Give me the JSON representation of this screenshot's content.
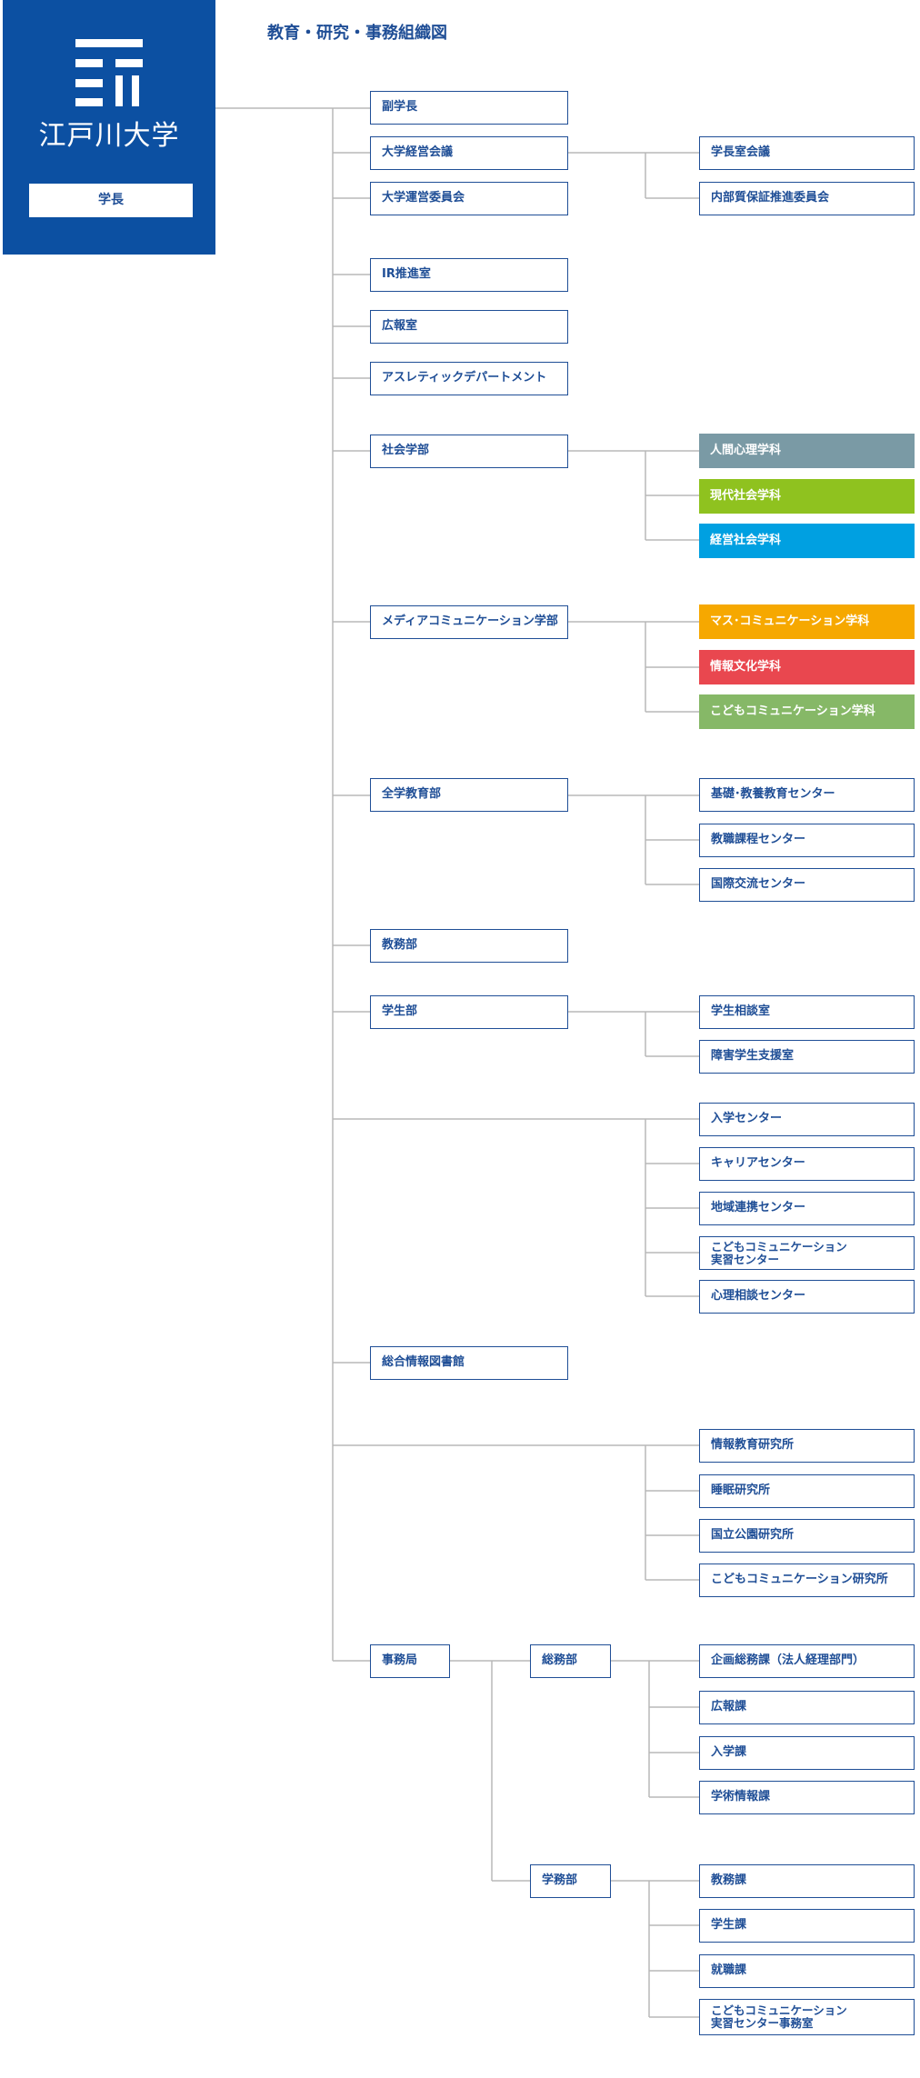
{
  "header": {
    "title": "教育・研究・事務組織図",
    "logo_text": "江戸川大学",
    "president_label": "学長"
  },
  "colors": {
    "brand_blue": "#0c50a2",
    "box_border": "#1f4e96",
    "connector": "#b8b8b8",
    "ningen_shinri": "#7a9aa5",
    "gendai_shakai": "#8fc21f",
    "keiei_shakai": "#00a0e1",
    "mass_comm": "#f6a800",
    "joho_bunka": "#e9474f",
    "kodomo_comm": "#86b867"
  },
  "nodes": {
    "fukugakucho": "副学長",
    "daigaku_keiei_kaigi": "大学経営会議",
    "gakuchoshitsu_kaigi": "学長室会議",
    "naibu_shitsu_hosho": "内部質保証推進委員会",
    "daigaku_unei_iinkai": "大学運営委員会",
    "ir_suishinshitsu": "IR推進室",
    "kohoshitsu": "広報室",
    "athletic_dept": "アスレティックデパートメント",
    "shakai_gakubu": "社会学部",
    "ningen_shinri": "人間心理学科",
    "gendai_shakai": "現代社会学科",
    "keiei_shakai": "経営社会学科",
    "media_comm_gakubu": "メディアコミュニケーション学部",
    "mass_comm": "マス･コミュニケーション学科",
    "joho_bunka": "情報文化学科",
    "kodomo_comm": "こどもコミュニケーション学科",
    "zengaku_kyoiku": "全学教育部",
    "kiso_kyoyo": "基礎･教養教育センター",
    "kyoshoku_katei": "教職課程センター",
    "kokusai_koryu": "国際交流センター",
    "kyomubu": "教務部",
    "gakuseibu": "学生部",
    "gakusei_sodan": "学生相談室",
    "shogai_gakusei": "障害学生支援室",
    "nyugaku_center": "入学センター",
    "career_center": "キャリアセンター",
    "chiiki_renkei": "地域連携センター",
    "kodomo_jisshu_1": "こどもコミュニケーション",
    "kodomo_jisshu_2": "実習センター",
    "shinri_sodan": "心理相談センター",
    "sogo_joho_tosho": "総合情報図書館",
    "joho_kyoiku_kenkyu": "情報教育研究所",
    "suimin_kenkyu": "睡眠研究所",
    "kokuritsu_koen": "国立公園研究所",
    "kodomo_kenkyu": "こどもコミュニケーション研究所",
    "jimukyoku": "事務局",
    "somubu": "総務部",
    "kikaku_somu": "企画総務課（法人経理部門）",
    "kohoka": "広報課",
    "nyugakuka": "入学課",
    "gakujutsu_joho": "学術情報課",
    "gakumubu": "学務部",
    "kyomuka": "教務課",
    "gakuseika": "学生課",
    "shushokuka": "就職課",
    "kodomo_jimu_1": "こどもコミュニケーション",
    "kodomo_jimu_2": "実習センター事務室"
  }
}
